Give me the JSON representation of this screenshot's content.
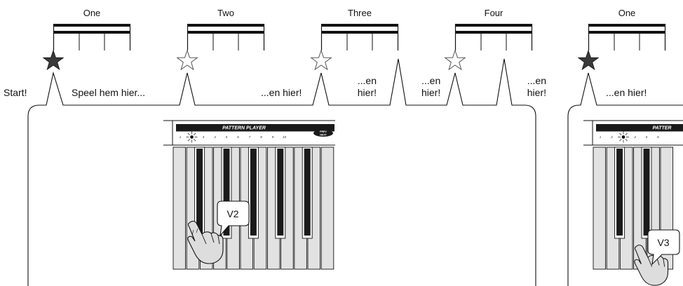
{
  "beats": [
    "One",
    "Two",
    "Three",
    "Four",
    "One"
  ],
  "beat_stars": [
    "filled",
    "outline",
    "outline",
    "outline",
    "filled"
  ],
  "callouts": {
    "start": "Start!",
    "play_here": "Speel hem hier...",
    "and_here_1": "...en hier!",
    "and_here_2_a": "...en",
    "and_here_2_b": "hier!",
    "and_here_3_a": "...en",
    "and_here_3_b": "hier!",
    "and_here_4_a": "...en",
    "and_here_4_b": "hier!",
    "and_here_5": "...en hier!"
  },
  "keyboard": {
    "panel_title": "PATTERN PLAYER",
    "panel_title_cut": "PATTER",
    "prev_next_label_1": "PREV",
    "prev_next_label_2": "NEXT",
    "step_numbers": [
      "1",
      "2",
      "3",
      "4",
      "5",
      "6",
      "7",
      "8",
      "9",
      "10"
    ],
    "step_numbers_cut": [
      "1",
      "2",
      "3",
      "4",
      "5",
      "6"
    ],
    "lit_step_main": 2,
    "lit_step_cut": 3
  },
  "voices": {
    "main": "V2",
    "cut": "V3"
  },
  "colors": {
    "ink": "#111111",
    "key_white": "#e2e2e2",
    "panel": "#1a1a1a"
  },
  "icons": [
    "star-filled-icon",
    "star-outline-icon",
    "pointing-hand-icon",
    "light-burst-icon"
  ]
}
